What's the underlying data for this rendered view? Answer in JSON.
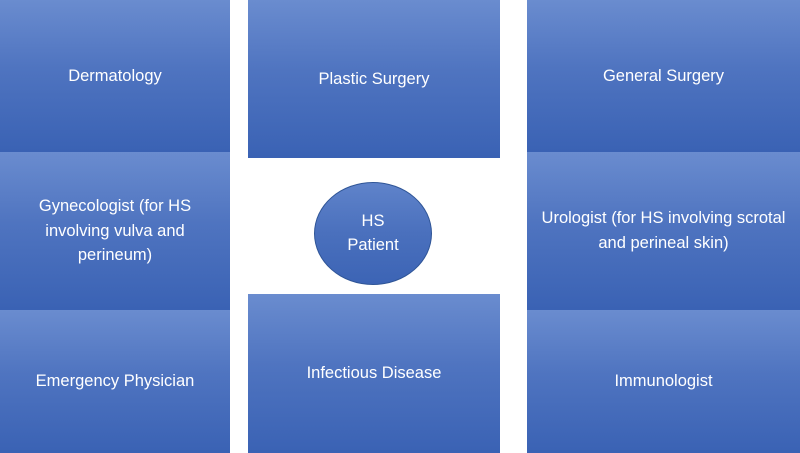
{
  "diagram": {
    "left_column": [
      "Dermatology",
      "Gynecologist (for HS involving vulva and perineum)",
      "Emergency Physician"
    ],
    "middle_column": {
      "top": "Plastic Surgery",
      "center": "HS Patient",
      "bottom": "Infectious Disease"
    },
    "right_column": [
      "General Surgery",
      "Urologist (for HS involving scrotal and perineal skin)",
      "Immunologist"
    ]
  },
  "colors": {
    "box_top": "#6a8ccf",
    "box_bottom": "#3a62b4",
    "circle_border": "#2f5597",
    "text": "#ffffff",
    "background": "#ffffff"
  }
}
